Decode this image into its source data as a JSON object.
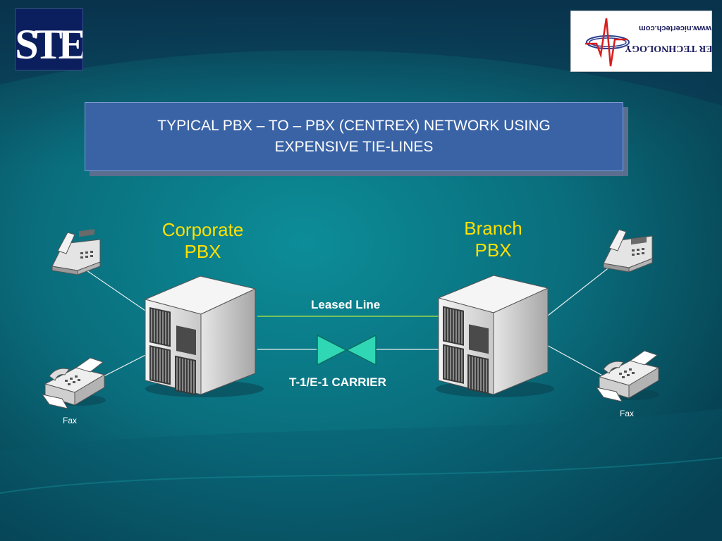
{
  "title": {
    "line1": "TYPICAL PBX – TO – PBX  (CENTREX) NETWORK USING",
    "line2": "EXPENSIVE TIE-LINES"
  },
  "logos": {
    "left": "STE",
    "right_name": "NICER TECHNOLOGY",
    "right_url": "www.nicertech.com"
  },
  "nodes": {
    "corporate": {
      "line1": "Corporate",
      "line2": "PBX"
    },
    "branch": {
      "line1": "Branch",
      "line2": "PBX"
    },
    "fax_left": "Fax",
    "fax_right": "Fax"
  },
  "links": {
    "leased": "Leased Line",
    "carrier": "T-1/E-1 CARRIER"
  },
  "colors": {
    "accent_yellow": "#ffe000",
    "title_box": "#3a63a6",
    "leased_line": "#9bd84a",
    "carrier_valve": "#2fd7b4"
  },
  "icons": [
    "telephone-icon",
    "fax-machine-icon",
    "pbx-server-icon",
    "valve-icon"
  ]
}
